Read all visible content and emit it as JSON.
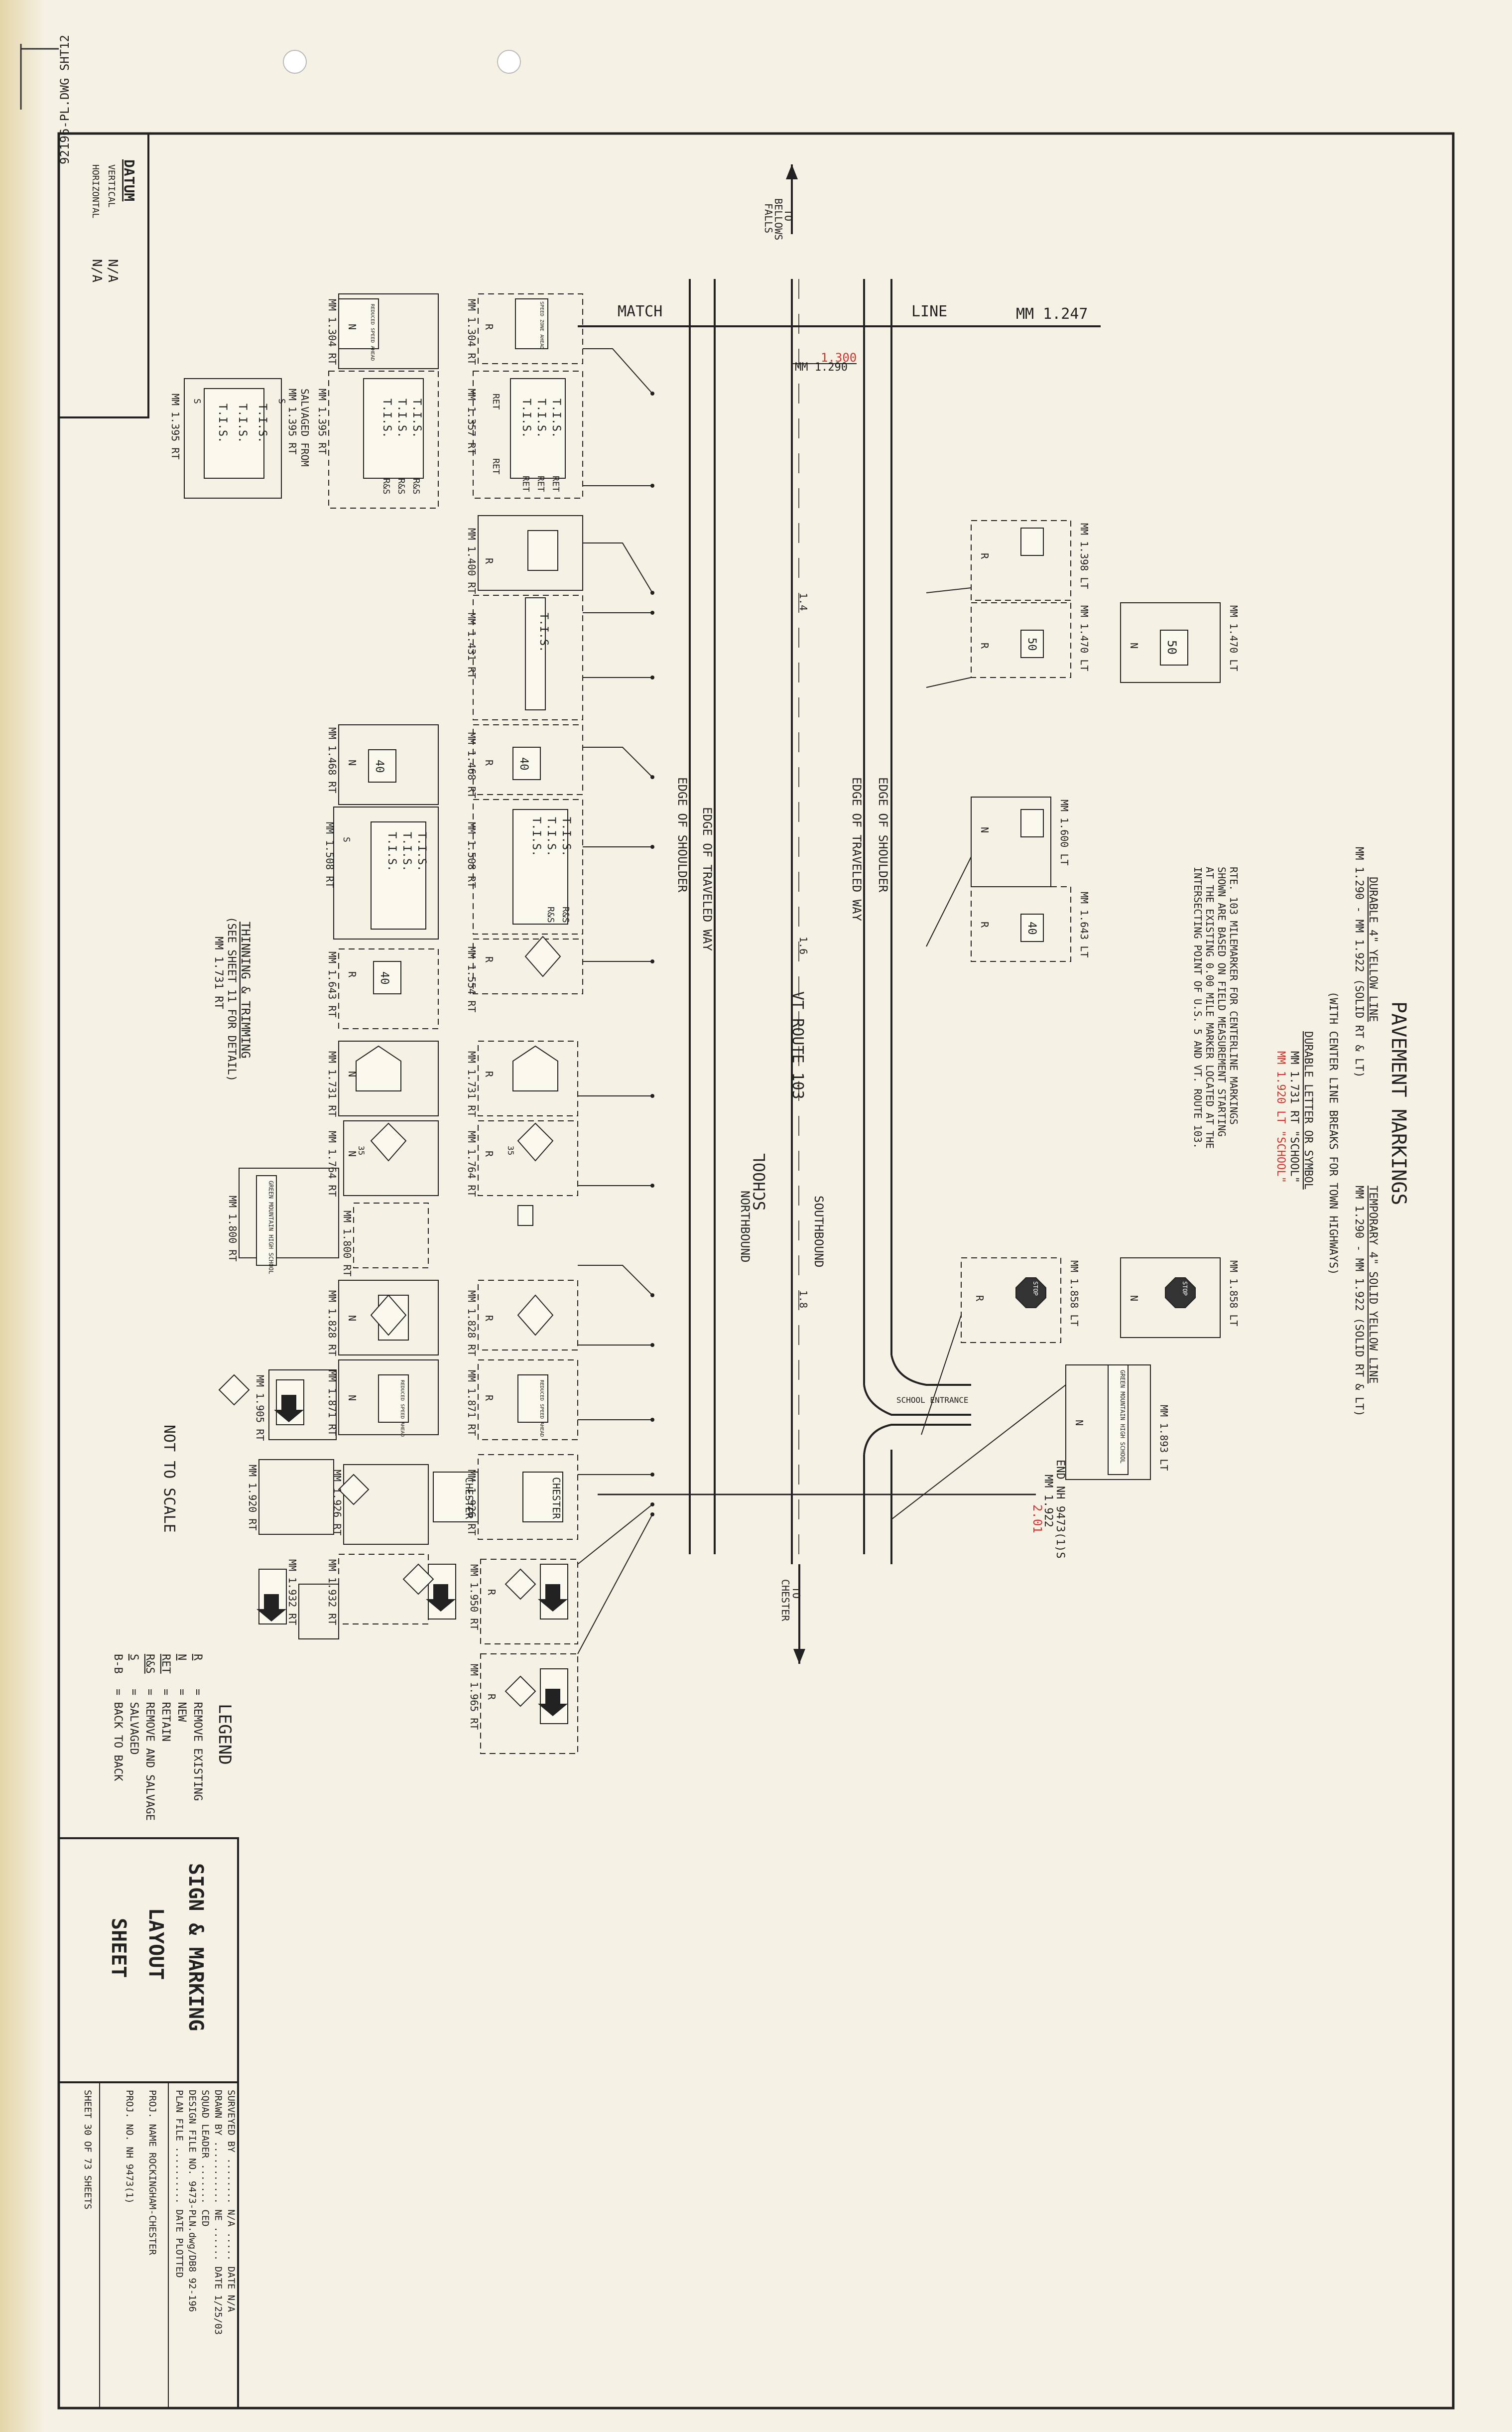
{
  "file_label": "92196-PL.DWG SHT12",
  "datum": {
    "title": "DATUM",
    "vertical_label": "VERTICAL",
    "vertical_value": "N/A",
    "horizontal_label": "HORIZONTAL",
    "horizontal_value": "N/A"
  },
  "plan": {
    "to_bellows_falls": [
      "TO",
      "BELLOWS",
      "FALLS"
    ],
    "to_chester": [
      "TO",
      "CHESTER"
    ],
    "match_word": "MATCH",
    "line_word": "LINE",
    "match_mm": "MM 1.247",
    "mm_1290": "MM 1.290",
    "mm_1290_red": "1.300",
    "edge_shoulder_left": "EDGE OF SHOULDER",
    "edge_traveled_left": "EDGE OF TRAVELED WAY",
    "edge_traveled_right": "EDGE OF TRAVELED WAY",
    "edge_shoulder_right": "EDGE OF SHOULDER",
    "route": "VT ROUTE 103",
    "school_word": "SCHOOL",
    "northbound": "NORTHBOUND",
    "southbound": "SOUTHBOUND",
    "station_14": "1.4",
    "station_16": "1.6",
    "station_18": "1.8",
    "school_entrance": "SCHOOL ENTRANCE",
    "end_label": "END NH 9473(1)S",
    "end_mm": "MM 1.922",
    "end_red": "2.01"
  },
  "pavement": {
    "title": "PAVEMENT MARKINGS",
    "durable_line": "DURABLE 4\" YELLOW LINE",
    "durable_range": "MM 1.290 - MM 1.922 (SOLID RT & LT)",
    "temporary_line": "TEMPORARY 4\" SOLID YELLOW LINE",
    "temporary_range": "MM 1.290 - MM 1.922 (SOLID RT & LT)",
    "center_breaks": "(WITH CENTER LINE BREAKS FOR TOWN HIGHWAYS)",
    "durable_letter": "DURABLE LETTER OR SYMBOL",
    "letter_mm": "MM 1.731 RT \"SCHOOL\"",
    "letter_red": "MM 1.920 LT \"SCHOOL\"",
    "note": [
      "RTE. 103 MILEMARKER FOR CENTERLINE MARKINGS",
      "SHOWN ARE BASED ON FIELD MEASUREMENT STARTING",
      "AT THE EXISTING 0.00 MILE MARKER LOCATED AT THE",
      "INTERSECTING POINT OF U.S. 5 AND VT. ROUTE 103."
    ]
  },
  "signs": {
    "mm_1304": "MM 1.304 RT",
    "mm_1357": "MM 1.357 RT",
    "mm_1395": "MM 1.395 RT",
    "mm_1400": "MM 1.400 RT",
    "mm_1431": "MM 1.431 RT",
    "mm_1468": "MM 1.468 RT",
    "mm_1508": "MM 1.508 RT",
    "mm_1554": "MM 1.554 RT",
    "mm_1643": "MM 1.643 RT",
    "mm_1731": "MM 1.731 RT",
    "mm_1764": "MM 1.764 RT",
    "mm_1800": "MM 1.800 RT",
    "mm_1828": "MM 1.828 RT",
    "mm_1871": "MM 1.871 RT",
    "mm_1905": "MM 1.905 RT",
    "mm_1920": "MM 1.920 RT",
    "mm_1926": "MM 1.926 RT",
    "mm_1932": "MM 1.932 RT",
    "mm_1950": "MM 1.950 RT",
    "mm_1965": "MM 1.965 RT",
    "mm_1398_lt": "MM 1.398 LT",
    "mm_1470_lt": "MM 1.470 LT",
    "mm_1600_lt": "MM 1.600 LT",
    "mm_1643_lt": "MM 1.643 LT",
    "mm_1858_lt": "MM 1.858 LT",
    "mm_1893_lt": "MM 1.893 LT",
    "salvaged_from": "SALVAGED FROM",
    "tis": "T.I.S.",
    "ret": "RET",
    "rs": "R&S",
    "r": "R",
    "n": "N",
    "s": "S",
    "speed_40": "40",
    "speed_50": "50",
    "speed_35": "35",
    "chester": "CHESTER",
    "stop": "STOP",
    "school_sign": "GREEN MOUNTAIN HIGH SCHOOL",
    "reduced": "REDUCED SPEED AHEAD",
    "speed_zone": "SPEED ZONE AHEAD",
    "thinning": "THINNING & TRIMMING",
    "thinning_note": "(SEE SHEET 11 FOR DETAIL)",
    "thinning_mm": "MM 1.731 RT"
  },
  "legend": {
    "title": "LEGEND",
    "items": [
      {
        "code": "R",
        "text": "= REMOVE EXISTING"
      },
      {
        "code": "N",
        "text": "= NEW"
      },
      {
        "code": "RET",
        "text": "= RETAIN"
      },
      {
        "code": "R&S",
        "text": "= REMOVE AND SALVAGE"
      },
      {
        "code": "S",
        "text": "= SALVAGED"
      },
      {
        "code": "B-B",
        "text": "= BACK TO BACK"
      }
    ]
  },
  "not_to_scale": "NOT TO SCALE",
  "title_block": {
    "title": [
      "SIGN & MARKING",
      "LAYOUT",
      "SHEET"
    ],
    "rows": [
      "SURVEYED BY ........ N/A ..... DATE N/A",
      "DRAWN BY ........... NE ...... DATE 1/25/03",
      "SQUAD LEADER ....... CED",
      "DESIGN FILE NO. 9473-PLN.dwg/DB8 92-196",
      "PLAN FILE .......... DATE PLOTTED",
      "PROJ. NAME  ROCKINGHAM-CHESTER",
      "PROJ. NO.  NH 9473(1)",
      "SHEET  30  OF  73  SHEETS"
    ]
  }
}
